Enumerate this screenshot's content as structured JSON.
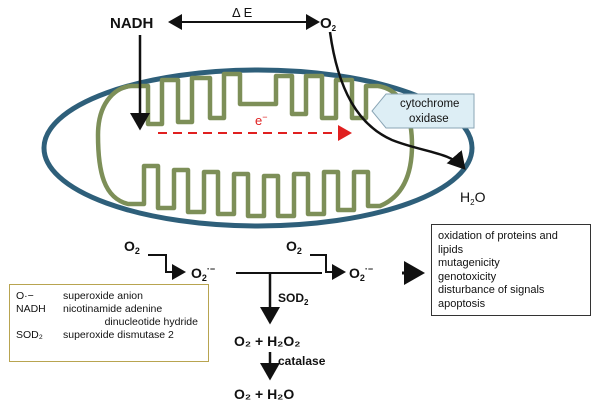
{
  "top": {
    "nadh": "NADH",
    "delta_e": "Δ E",
    "o2_main": "O",
    "o2_sub": "2",
    "electron": "e",
    "electron_sup": "−",
    "cyto_line1": "cytochrome",
    "cyto_line2": "oxidase",
    "water_main": "H",
    "water_sub": "2",
    "water_end": "O"
  },
  "pathway": {
    "o2_left_main": "O",
    "o2_left_sub": "2",
    "superoxide1_main": "O",
    "superoxide1_sub": "2",
    "superoxide1_sup": "·−",
    "o2_right_main": "O",
    "o2_right_sub": "2",
    "superoxide2_main": "O",
    "superoxide2_sub": "2",
    "superoxide2_sup": "·−",
    "sod2_main": "SOD",
    "sod2_sub": "2",
    "product1": "O₂ + H₂O₂",
    "catalase": "catalase",
    "product2": "O₂ + H₂O"
  },
  "effects": [
    "oxidation of proteins and lipids",
    "mutagenicity",
    "genotoxicity",
    "disturbance of signals",
    "apoptosis"
  ],
  "legend": [
    {
      "abbr": "O·−",
      "def": "superoxide anion"
    },
    {
      "abbr": "NADH",
      "def": "nicotinamide adenine"
    },
    {
      "abbr": "",
      "def": "dinucleotide hydride"
    },
    {
      "abbr": "SOD₂",
      "def": "superoxide dismutase 2"
    }
  ],
  "colors": {
    "outer_membrane": "#2e5f7a",
    "matrix": "#ffffff",
    "inner_membrane": "#7d8f58",
    "electron_arrow": "#e02020",
    "callout_fill": "#ddeef5",
    "legend_border": "#b8a450"
  }
}
